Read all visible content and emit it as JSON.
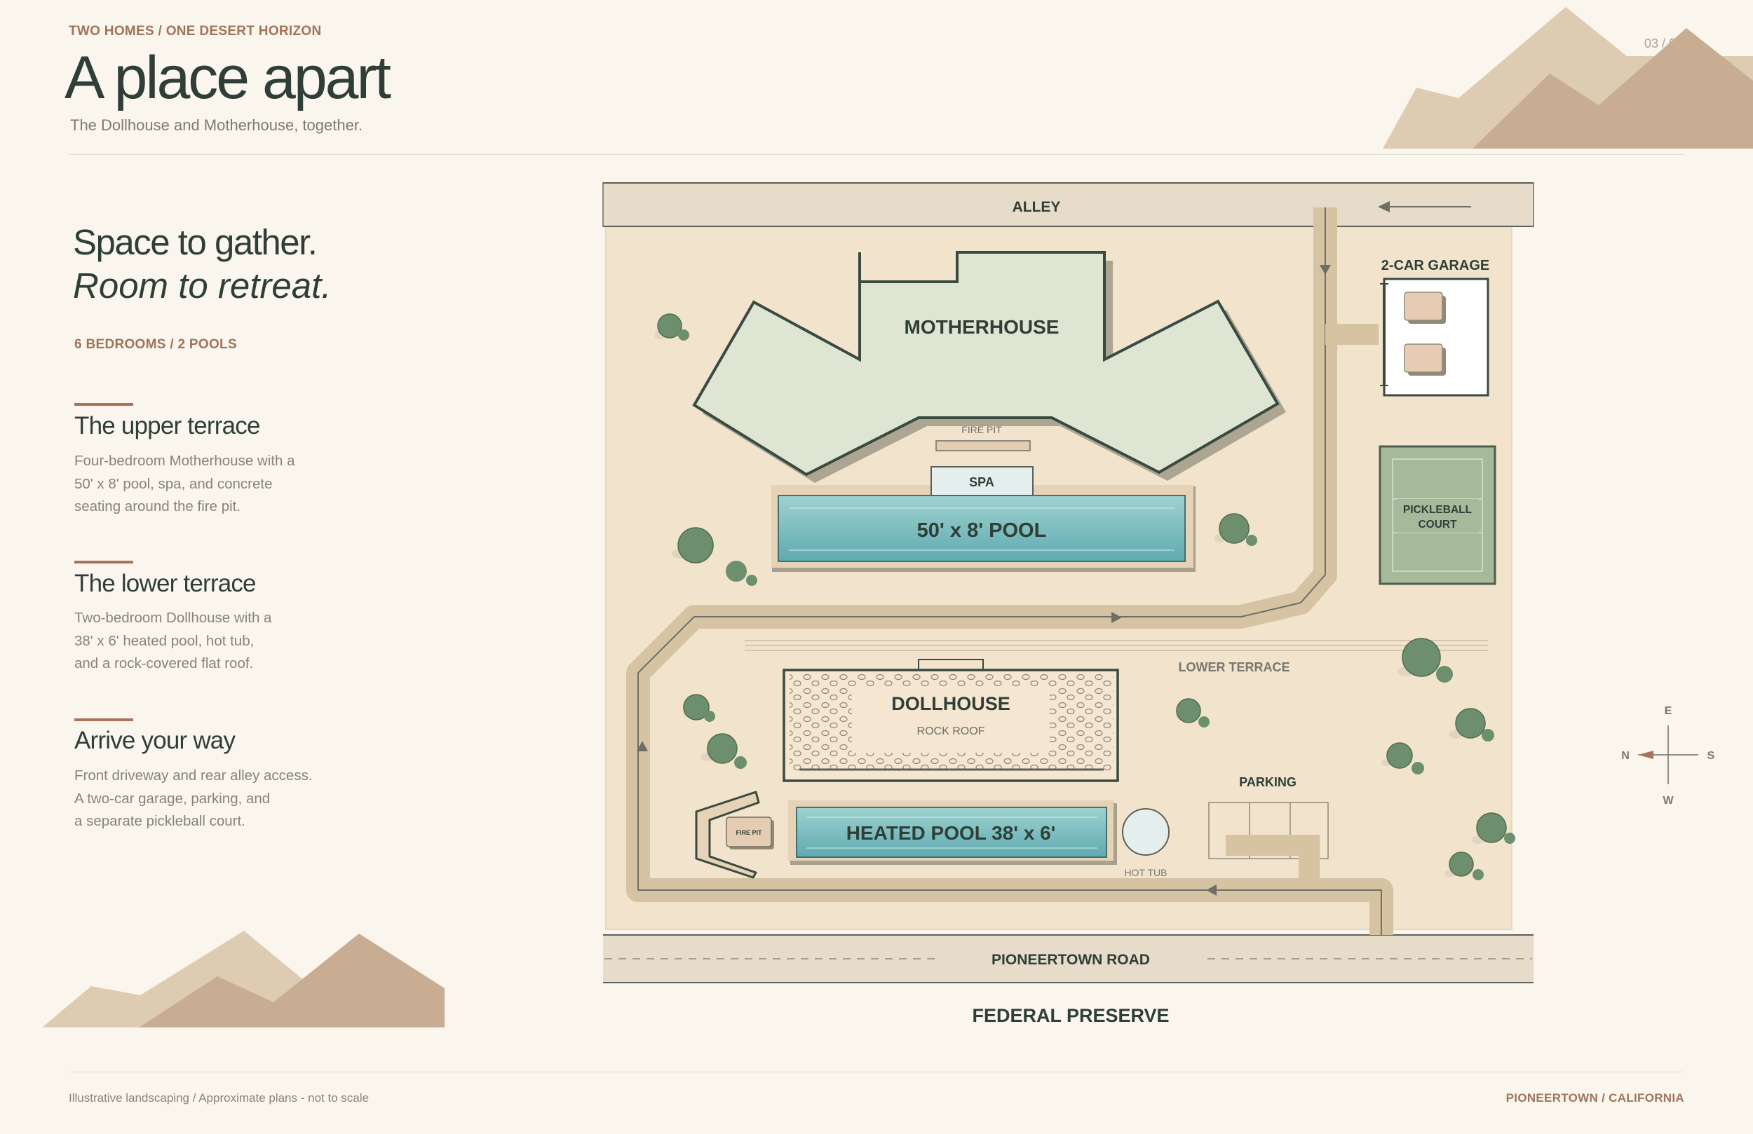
{
  "header": {
    "eyebrow": "TWO HOMES / ONE DESERT HORIZON",
    "title": "A place apart",
    "subtitle": "The Dollhouse and Motherhouse, together.",
    "page_number": "03 / 03"
  },
  "sidebar": {
    "tagline_1": "Space to gather.",
    "tagline_2": "Room to retreat.",
    "stats": "6 BEDROOMS  /  2 POOLS",
    "sections": [
      {
        "heading": "The upper terrace",
        "lines": [
          "Four-bedroom Motherhouse with a",
          "50' x 8' pool, spa, and concrete",
          "seating around the fire pit."
        ]
      },
      {
        "heading": "The lower terrace",
        "lines": [
          "Two-bedroom Dollhouse with a",
          "38' x 6' heated pool, hot tub,",
          "and a rock-covered flat roof."
        ]
      },
      {
        "heading": "Arrive your way",
        "lines": [
          "Front driveway and rear alley access.",
          "A two-car garage, parking, and",
          "a separate pickleball court."
        ]
      }
    ]
  },
  "plan": {
    "alley": "ALLEY",
    "motherhouse": "MOTHERHOUSE",
    "fire_pit_upper": "FIRE PIT",
    "spa": "SPA",
    "pool_upper": "50' x 8' POOL",
    "garage": "2-CAR GARAGE",
    "pickleball_line_1": "PICKLEBALL",
    "pickleball_line_2": "COURT",
    "lower_terrace": "LOWER TERRACE",
    "dollhouse": "DOLLHOUSE",
    "rock_roof": "ROCK ROOF",
    "parking": "PARKING",
    "fire_pit_lower": "FIRE PIT",
    "pool_lower": "HEATED POOL  38' x 6'",
    "hot_tub": "HOT TUB",
    "road": "PIONEERTOWN ROAD",
    "preserve": "FEDERAL PRESERVE"
  },
  "compass": {
    "top": "E",
    "left": "N",
    "right": "S",
    "bottom": "W"
  },
  "footer": {
    "note": "Illustrative landscaping / Approximate plans - not to scale",
    "location": "PIONEERTOWN  /  CALIFORNIA"
  },
  "colors": {
    "accent": "#a0735a",
    "ink": "#2f3f38",
    "pool": "#6fb8bb",
    "house": "#dfe5d3",
    "ground": "#f2e3cc",
    "path": "#d5c3a2"
  }
}
